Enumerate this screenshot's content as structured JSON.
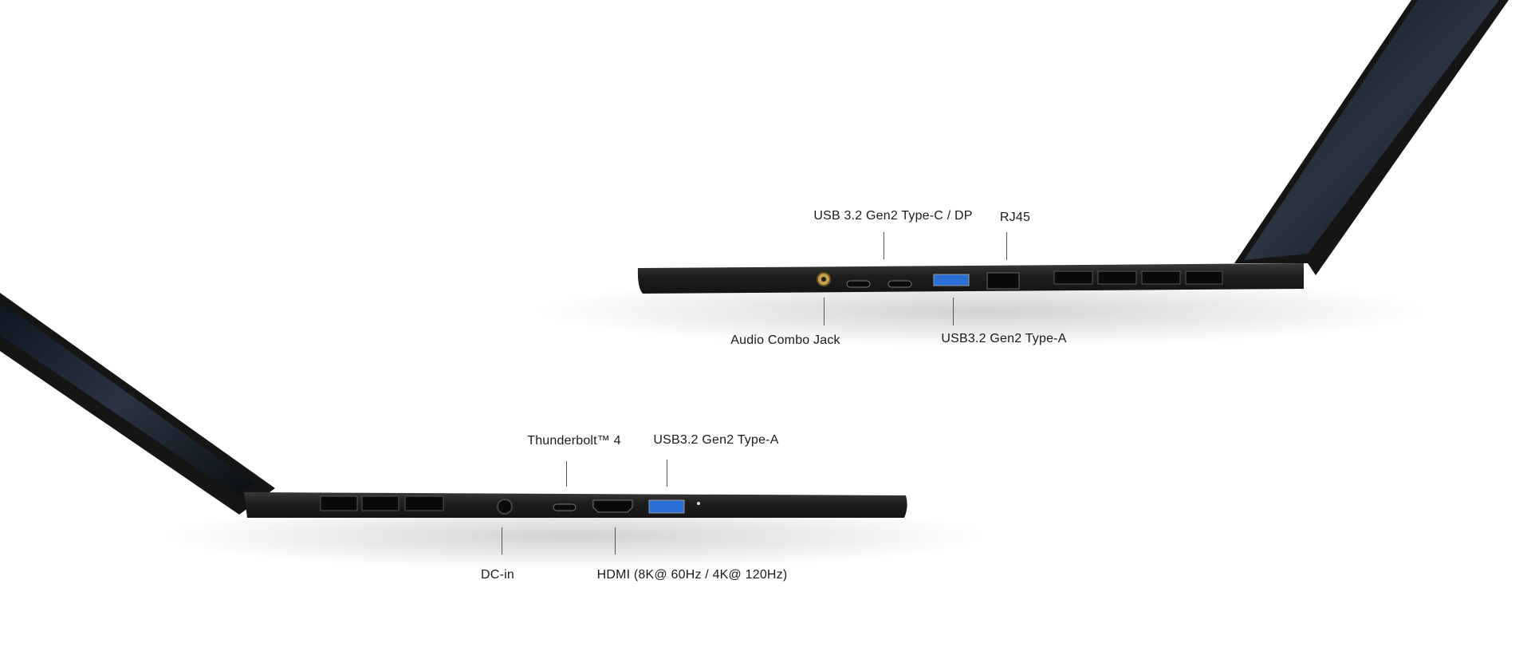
{
  "right_side_view": {
    "labels": {
      "usb_c_dp": "USB 3.2 Gen2 Type-C / DP",
      "rj45": "RJ45",
      "audio": "Audio Combo Jack",
      "usb_a": "USB3.2 Gen2 Type-A"
    }
  },
  "left_side_view": {
    "labels": {
      "thunderbolt": "Thunderbolt™ 4",
      "usb_a": "USB3.2 Gen2 Type-A",
      "dc_in": "DC-in",
      "hdmi": "HDMI (8K@ 60Hz / 4K@ 120Hz)"
    }
  },
  "colors": {
    "body": "#1c1c1c",
    "usb_a_blue": "#2a6fd6",
    "audio_gold": "#c8a24a"
  }
}
